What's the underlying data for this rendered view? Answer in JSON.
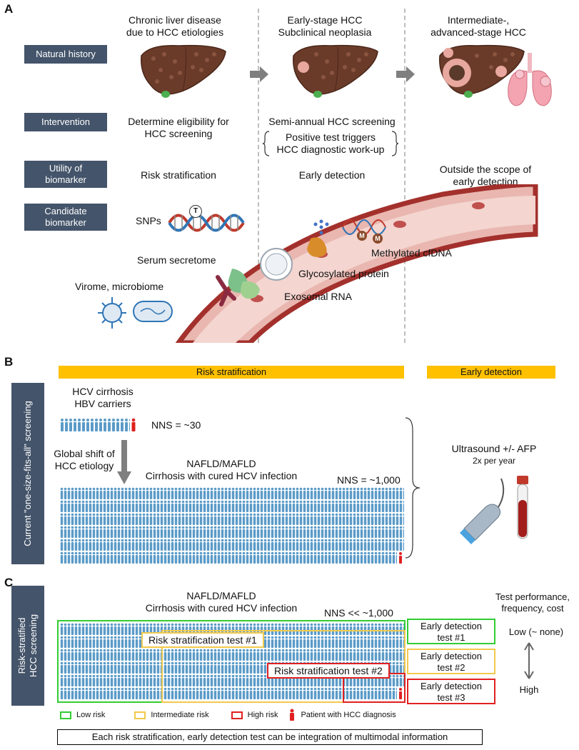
{
  "panelA": {
    "letter": "A",
    "columns": [
      {
        "line1": "Chronic liver disease",
        "line2": "due to HCC etiologies"
      },
      {
        "line1": "Early-stage HCC",
        "line2": "Subclinical neoplasia"
      },
      {
        "line1": "Intermediate-,",
        "line2": "advanced-stage HCC"
      }
    ],
    "rows": [
      {
        "line1": "Natural history",
        "line2": ""
      },
      {
        "line1": "Intervention",
        "line2": ""
      },
      {
        "line1": "Utility of",
        "line2": "biomarker"
      },
      {
        "line1": "Candidate",
        "line2": "biomarker"
      }
    ],
    "intervention": {
      "col1_line1": "Determine eligibility for",
      "col1_line2": "HCC screening",
      "col2_line1": "Semi-annual HCC screening",
      "col2_bracket1": "Positive test triggers",
      "col2_bracket2": "HCC diagnostic work-up"
    },
    "utility": {
      "col1": "Risk stratification",
      "col2": "Early detection",
      "col3_line1": "Outside the scope of",
      "col3_line2": "early detection"
    },
    "candidates": {
      "snps": "SNPs",
      "snp_tag": "T",
      "secretome": "Serum secretome",
      "virome": "Virome, microbiome",
      "exosomal": "Exosomal RNA",
      "glyco": "Glycosylated protein",
      "methyl": "Methylated cfDNA",
      "methyl_tag": "M"
    }
  },
  "panelB": {
    "letter": "B",
    "bar_risk": "Risk stratification",
    "bar_early": "Early detection",
    "side_label": "Current \"one-size-fits-all\" screening",
    "group1_line1": "HCV cirrhosis",
    "group1_line2": "HBV carriers",
    "nns1": "NNS = ~30",
    "shift_line1": "Global shift of",
    "shift_line2": "HCC etiology",
    "group2_line1": "NAFLD/MAFLD",
    "group2_line2": "Cirrhosis with cured HCV infection",
    "nns2": "NNS = ~1,000",
    "test_line1": "Ultrasound +/- AFP",
    "test_line2": "2x per year"
  },
  "panelC": {
    "letter": "C",
    "side_label_line1": "Risk-stratified",
    "side_label_line2": "HCC screening",
    "group_line1": "NAFLD/MAFLD",
    "group_line2": "Cirrhosis with cured HCV infection",
    "nns": "NNS << ~1,000",
    "rs1": "Risk stratification test #1",
    "rs2": "Risk stratification test #2",
    "ed1_line1": "Early detection",
    "ed1_line2": "test #1",
    "ed2_line1": "Early detection",
    "ed2_line2": "test #2",
    "ed3_line1": "Early detection",
    "ed3_line2": "test #3",
    "perf_line1": "Test performance,",
    "perf_line2": "frequency, cost",
    "low": "Low (~ none)",
    "high": "High",
    "legend": {
      "low": "Low risk",
      "intermediate": "Intermediate risk",
      "high": "High risk",
      "patient": "Patient with HCC diagnosis"
    },
    "footer": "Each risk stratification, early detection test can be integration of multimodal information",
    "colors": {
      "low": "#33cc33",
      "intermediate": "#f2c94c",
      "high": "#e02020"
    }
  },
  "colors": {
    "label_bg": "#44546a",
    "orange": "#ffc000",
    "crowd": "#5b9bc8",
    "patient": "#e02020"
  }
}
